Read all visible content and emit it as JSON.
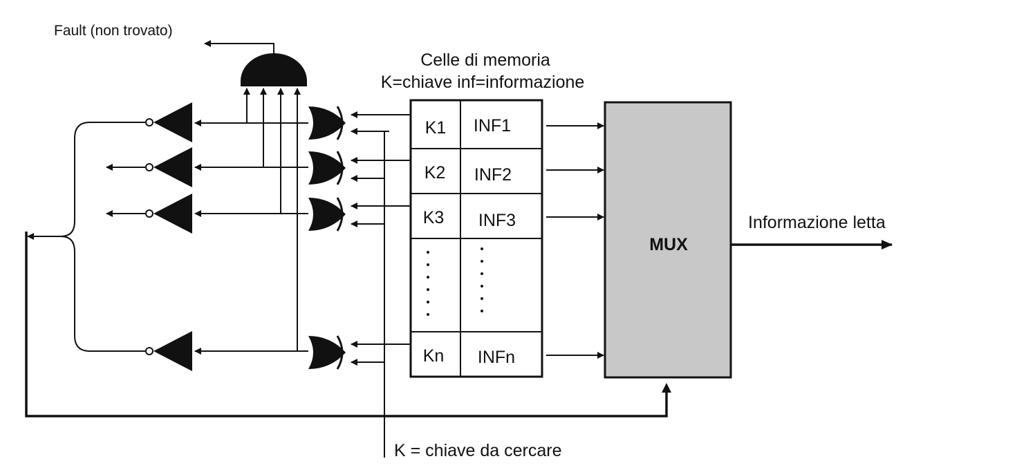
{
  "labels": {
    "fault": "Fault (non trovato)",
    "cells_title_1": "Celle di memoria",
    "cells_title_2": "K=chiave inf=informazione",
    "mux": "MUX",
    "output": "Informazione letta",
    "search_key": "K = chiave da cercare"
  },
  "cells": [
    {
      "key": "K1",
      "inf": "INF1"
    },
    {
      "key": "K2",
      "inf": "INF2"
    },
    {
      "key": "K3",
      "inf": "INF3"
    },
    {
      "key": "Kn",
      "inf": "INFn"
    }
  ],
  "colors": {
    "mux_fill": "#c8c8c8",
    "ink": "#111111"
  }
}
